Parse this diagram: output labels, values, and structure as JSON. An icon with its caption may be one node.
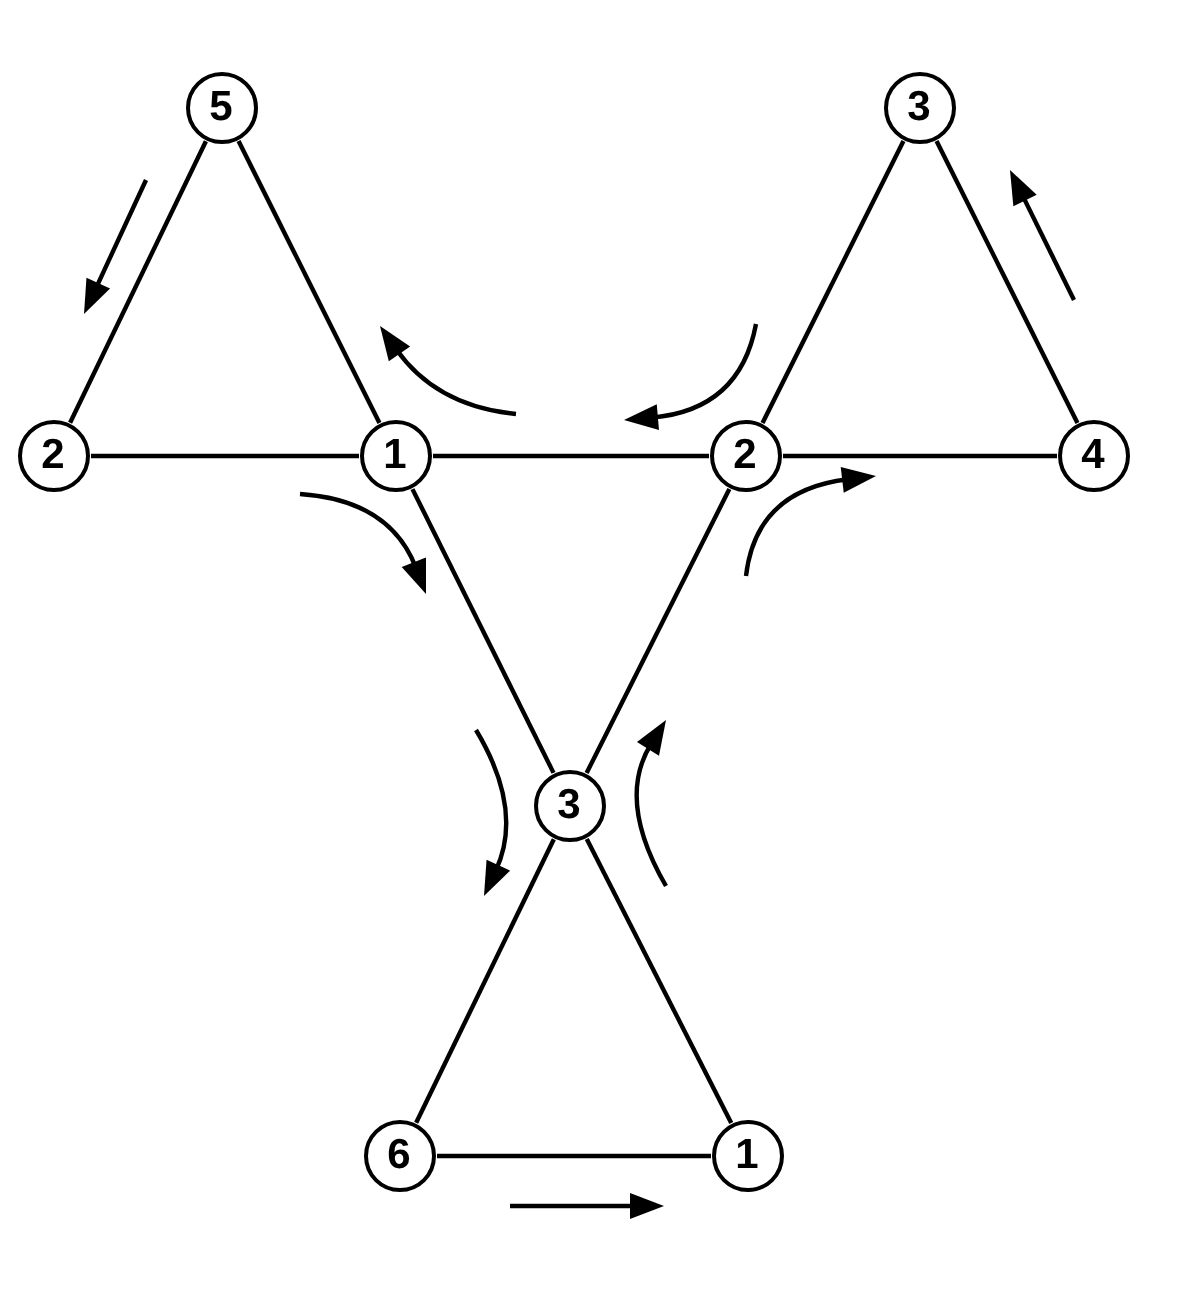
{
  "diagram": {
    "nodes": [
      {
        "text": [
          "5"
        ]
      },
      {
        "text": [
          "3"
        ]
      },
      {
        "text": [
          "2"
        ]
      },
      {
        "text": [
          "1"
        ]
      },
      {
        "text": [
          "2"
        ]
      },
      {
        "text": [
          "4"
        ]
      },
      {
        "text": [
          "3"
        ]
      },
      {
        "text": [
          "6"
        ]
      },
      {
        "text": [
          "1"
        ]
      }
    ],
    "edges": [
      {
        "from": 0,
        "to": 2,
        "arrow": "none"
      },
      {
        "from": 0,
        "to": 3,
        "arrow": "none"
      },
      {
        "from": 2,
        "to": 3,
        "arrow": "none"
      },
      {
        "from": 3,
        "to": 4,
        "arrow": "none"
      },
      {
        "from": 1,
        "to": 4,
        "arrow": "none"
      },
      {
        "from": 1,
        "to": 5,
        "arrow": "none"
      },
      {
        "from": 4,
        "to": 5,
        "arrow": "none"
      },
      {
        "from": 3,
        "to": 6,
        "arrow": "none"
      },
      {
        "from": 4,
        "to": 6,
        "arrow": "none"
      },
      {
        "from": 6,
        "to": 7,
        "arrow": "none"
      },
      {
        "from": 6,
        "to": 8,
        "arrow": "none"
      },
      {
        "from": 7,
        "to": 8,
        "arrow": "none"
      }
    ]
  }
}
